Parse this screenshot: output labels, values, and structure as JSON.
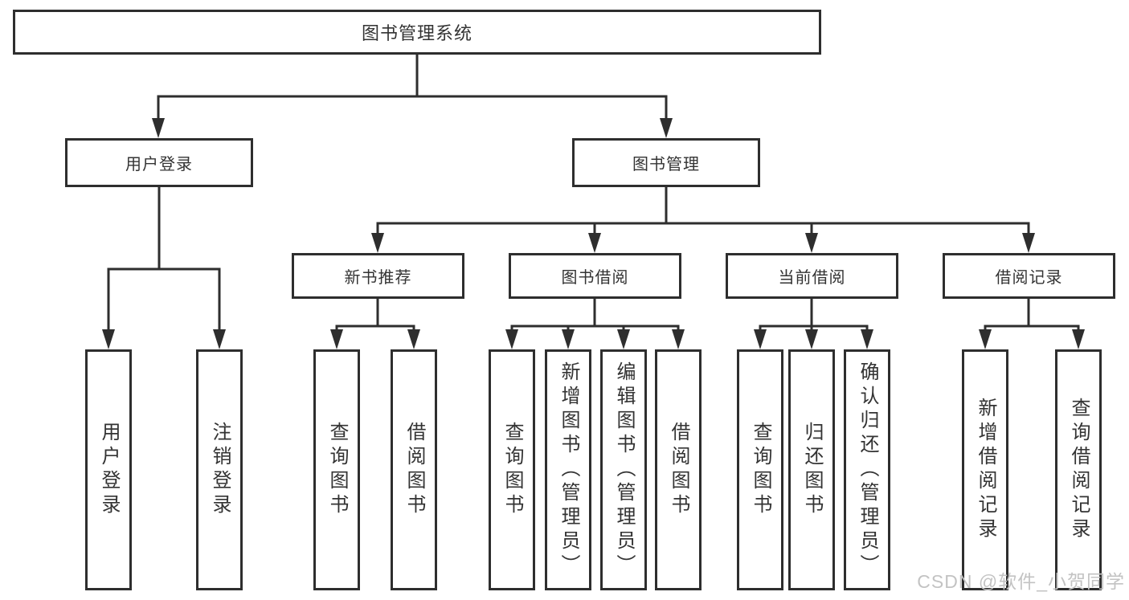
{
  "tree": {
    "root": "图书管理系统",
    "children": [
      {
        "label": "用户登录",
        "children": [
          {
            "label": "用户登录"
          },
          {
            "label": "注销登录"
          }
        ]
      },
      {
        "label": "图书管理",
        "children": [
          {
            "label": "新书推荐",
            "children": [
              {
                "label": "查询图书"
              },
              {
                "label": "借阅图书"
              }
            ]
          },
          {
            "label": "图书借阅",
            "children": [
              {
                "label": "查询图书"
              },
              {
                "label": "新增图书（管理员）"
              },
              {
                "label": "编辑图书（管理员）"
              },
              {
                "label": "借阅图书"
              }
            ]
          },
          {
            "label": "当前借阅",
            "children": [
              {
                "label": "查询图书"
              },
              {
                "label": "归还图书"
              },
              {
                "label": "确认归还（管理员）"
              }
            ]
          },
          {
            "label": "借阅记录",
            "children": [
              {
                "label": "新增借阅记录"
              },
              {
                "label": "查询借阅记录"
              }
            ]
          }
        ]
      }
    ]
  },
  "watermark": {
    "text": "CSDN @软件_小贺同学"
  },
  "colors": {
    "line": "#2e2e2e",
    "box_border": "#2e2e2e",
    "text": "#333333",
    "watermark": "#c3c3c3",
    "background": "#ffffff"
  }
}
